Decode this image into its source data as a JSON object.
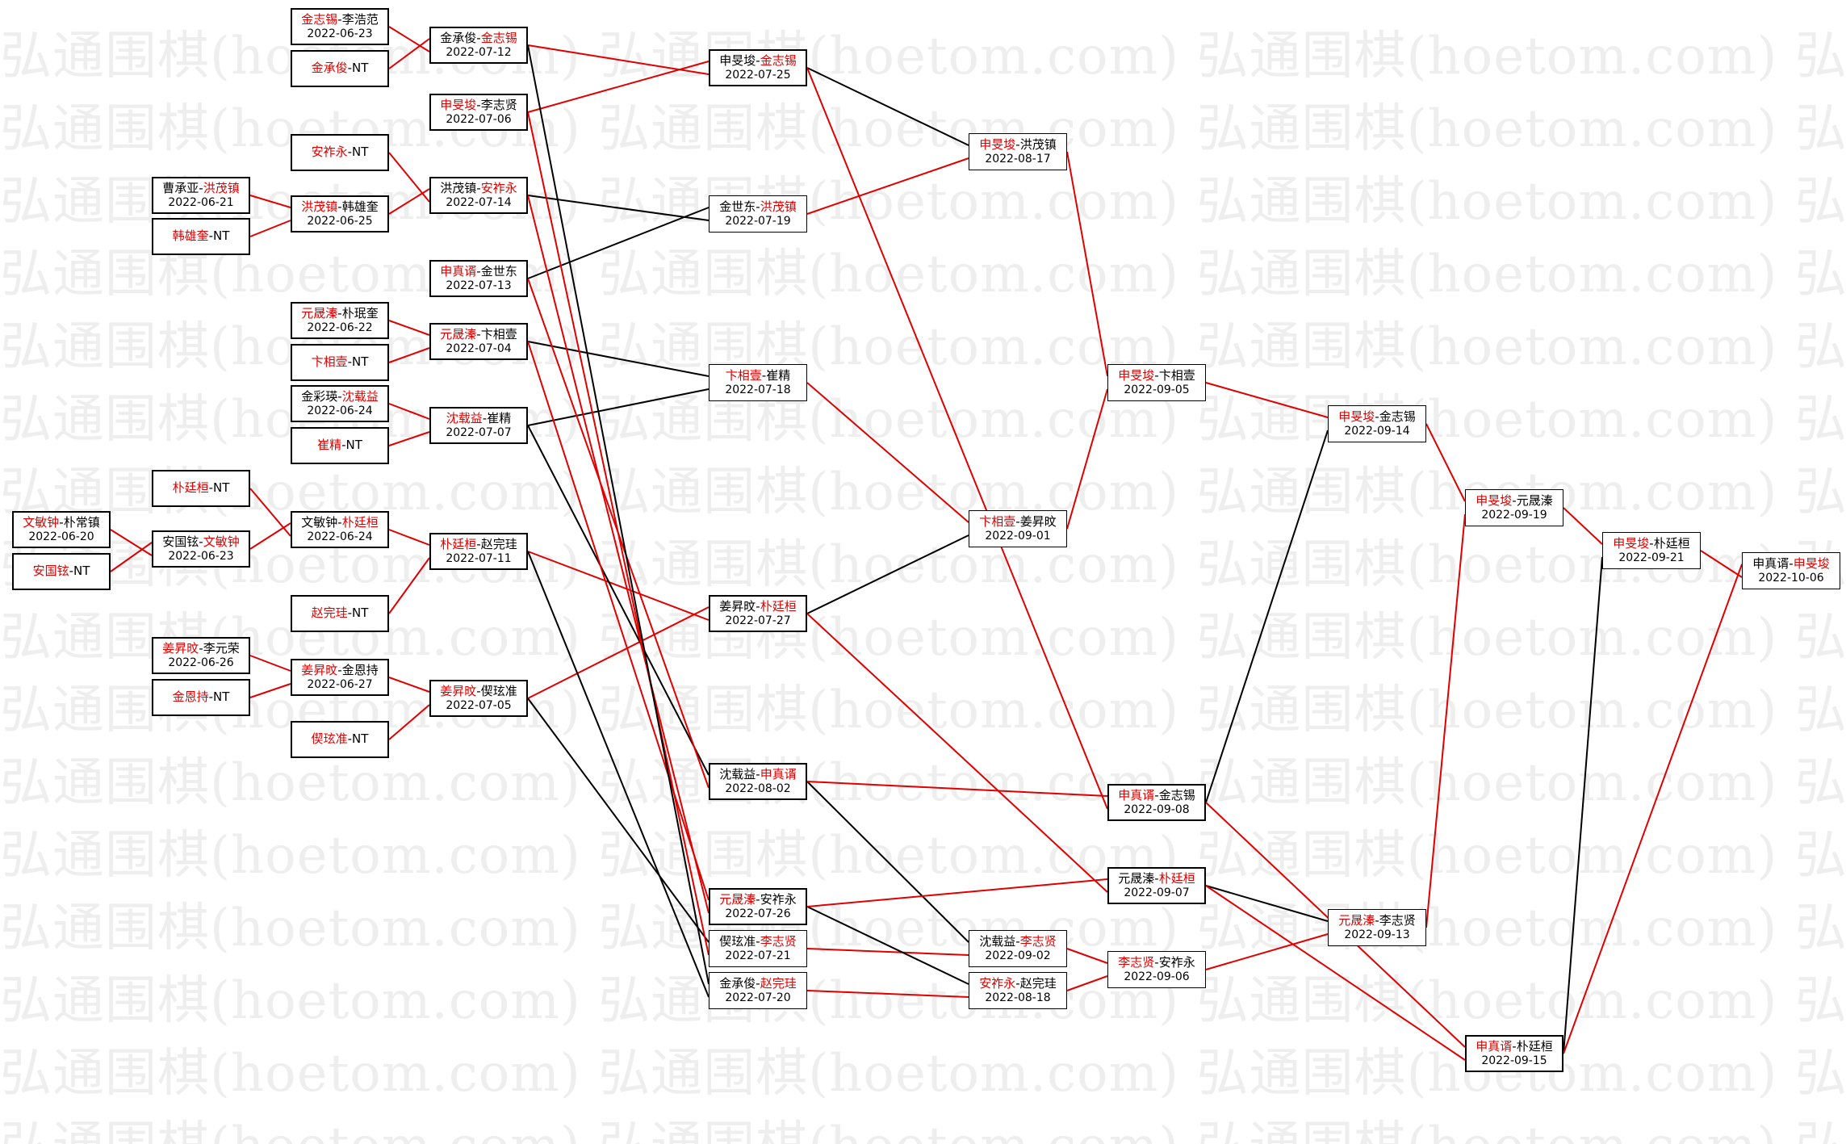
{
  "watermark": "弘通围棋(hoetom.com)",
  "colors": {
    "winner": "#e00000",
    "line_win": "#e00000",
    "line_loss": "#000000"
  },
  "matches": [
    {
      "id": "r1a",
      "p1": "金志锡",
      "p2": "李浩范",
      "winner": 1,
      "date": "2022-06-23"
    },
    {
      "id": "r1b",
      "p1": "金承俊",
      "p2": "NT",
      "winner": 1,
      "date": ""
    },
    {
      "id": "r1c",
      "p1": "安祚永",
      "p2": "NT",
      "winner": 1,
      "date": ""
    },
    {
      "id": "r1d",
      "p1": "曹承亚",
      "p2": "洪茂镇",
      "winner": 2,
      "date": "2022-06-21"
    },
    {
      "id": "r1e",
      "p1": "韩雄奎",
      "p2": "NT",
      "winner": 1,
      "date": ""
    },
    {
      "id": "r1f",
      "p1": "元晟溱",
      "p2": "朴珉奎",
      "winner": 1,
      "date": "2022-06-22"
    },
    {
      "id": "r1g",
      "p1": "卞相壹",
      "p2": "NT",
      "winner": 1,
      "date": ""
    },
    {
      "id": "r1h",
      "p1": "金彩瑛",
      "p2": "沈载益",
      "winner": 2,
      "date": "2022-06-24"
    },
    {
      "id": "r1i",
      "p1": "崔精",
      "p2": "NT",
      "winner": 1,
      "date": ""
    },
    {
      "id": "r1j",
      "p1": "朴廷桓",
      "p2": "NT",
      "winner": 1,
      "date": ""
    },
    {
      "id": "r1k",
      "p1": "文敏钟",
      "p2": "朴常镇",
      "winner": 1,
      "date": "2022-06-20"
    },
    {
      "id": "r1l",
      "p1": "安国铉",
      "p2": "NT",
      "winner": 1,
      "date": ""
    },
    {
      "id": "r1m",
      "p1": "赵完珪",
      "p2": "NT",
      "winner": 1,
      "date": ""
    },
    {
      "id": "r1n",
      "p1": "姜昇旼",
      "p2": "李元荣",
      "winner": 1,
      "date": "2022-06-26"
    },
    {
      "id": "r1o",
      "p1": "金恩持",
      "p2": "NT",
      "winner": 1,
      "date": ""
    },
    {
      "id": "r1p",
      "p1": "偰玹准",
      "p2": "NT",
      "winner": 1,
      "date": ""
    },
    {
      "id": "r2a",
      "p1": "洪茂镇",
      "p2": "韩雄奎",
      "winner": 1,
      "date": "2022-06-25"
    },
    {
      "id": "r2b",
      "p1": "安国铉",
      "p2": "文敏钟",
      "winner": 2,
      "date": "2022-06-23"
    },
    {
      "id": "r3a",
      "p1": "文敏钟",
      "p2": "朴廷桓",
      "winner": 2,
      "date": "2022-06-24"
    },
    {
      "id": "r3b",
      "p1": "姜昇旼",
      "p2": "金恩持",
      "winner": 1,
      "date": "2022-06-27"
    },
    {
      "id": "r4a",
      "p1": "金承俊",
      "p2": "金志锡",
      "winner": 2,
      "date": "2022-07-12"
    },
    {
      "id": "r4b",
      "p1": "申旻埈",
      "p2": "李志贤",
      "winner": 1,
      "date": "2022-07-06"
    },
    {
      "id": "r4c",
      "p1": "洪茂镇",
      "p2": "安祚永",
      "winner": 2,
      "date": "2022-07-14"
    },
    {
      "id": "r4d",
      "p1": "申真谞",
      "p2": "金世东",
      "winner": 1,
      "date": "2022-07-13"
    },
    {
      "id": "r4e",
      "p1": "元晟溱",
      "p2": "卞相壹",
      "winner": 1,
      "date": "2022-07-04"
    },
    {
      "id": "r4f",
      "p1": "沈载益",
      "p2": "崔精",
      "winner": 1,
      "date": "2022-07-07"
    },
    {
      "id": "r4g",
      "p1": "朴廷桓",
      "p2": "赵完珪",
      "winner": 1,
      "date": "2022-07-11"
    },
    {
      "id": "r4h",
      "p1": "姜昇旼",
      "p2": "偰玹准",
      "winner": 1,
      "date": "2022-07-05"
    },
    {
      "id": "r5a",
      "p1": "申旻埈",
      "p2": "金志锡",
      "winner": 2,
      "date": "2022-07-25"
    },
    {
      "id": "r5b",
      "p1": "金世东",
      "p2": "洪茂镇",
      "winner": 2,
      "date": "2022-07-19"
    },
    {
      "id": "r5c",
      "p1": "卞相壹",
      "p2": "崔精",
      "winner": 1,
      "date": "2022-07-18"
    },
    {
      "id": "r5d",
      "p1": "姜昇旼",
      "p2": "朴廷桓",
      "winner": 2,
      "date": "2022-07-27"
    },
    {
      "id": "r5e",
      "p1": "沈载益",
      "p2": "申真谞",
      "winner": 2,
      "date": "2022-08-02"
    },
    {
      "id": "r5f",
      "p1": "元晟溱",
      "p2": "安祚永",
      "winner": 1,
      "date": "2022-07-26"
    },
    {
      "id": "r5g",
      "p1": "偰玹准",
      "p2": "李志贤",
      "winner": 2,
      "date": "2022-07-21"
    },
    {
      "id": "r5h",
      "p1": "金承俊",
      "p2": "赵完珪",
      "winner": 2,
      "date": "2022-07-20"
    },
    {
      "id": "r6a",
      "p1": "申旻埈",
      "p2": "洪茂镇",
      "winner": 1,
      "date": "2022-08-17"
    },
    {
      "id": "r6b",
      "p1": "卞相壹",
      "p2": "姜昇旼",
      "winner": 1,
      "date": "2022-09-01"
    },
    {
      "id": "r6c",
      "p1": "沈载益",
      "p2": "李志贤",
      "winner": 2,
      "date": "2022-09-02"
    },
    {
      "id": "r6d",
      "p1": "安祚永",
      "p2": "赵完珪",
      "winner": 1,
      "date": "2022-08-18"
    },
    {
      "id": "r7a",
      "p1": "申旻埈",
      "p2": "卞相壹",
      "winner": 1,
      "date": "2022-09-05"
    },
    {
      "id": "r7b",
      "p1": "申真谞",
      "p2": "金志锡",
      "winner": 1,
      "date": "2022-09-08"
    },
    {
      "id": "r7c",
      "p1": "元晟溱",
      "p2": "朴廷桓",
      "winner": 2,
      "date": "2022-09-07"
    },
    {
      "id": "r7d",
      "p1": "李志贤",
      "p2": "安祚永",
      "winner": 1,
      "date": "2022-09-06"
    },
    {
      "id": "r8a",
      "p1": "申旻埈",
      "p2": "金志锡",
      "winner": 1,
      "date": "2022-09-14"
    },
    {
      "id": "r8b",
      "p1": "元晟溱",
      "p2": "李志贤",
      "winner": 1,
      "date": "2022-09-13"
    },
    {
      "id": "r9a",
      "p1": "申旻埈",
      "p2": "元晟溱",
      "winner": 1,
      "date": "2022-09-19"
    },
    {
      "id": "r9b",
      "p1": "申真谞",
      "p2": "朴廷桓",
      "winner": 1,
      "date": "2022-09-15"
    },
    {
      "id": "r10",
      "p1": "申旻埈",
      "p2": "朴廷桓",
      "winner": 1,
      "date": "2022-09-21"
    },
    {
      "id": "final",
      "p1": "申真谞",
      "p2": "申旻埈",
      "winner": 2,
      "date": "2022-10-06"
    }
  ],
  "links": [
    {
      "from": "r1a",
      "to": "r4a",
      "slot": 2,
      "win": true
    },
    {
      "from": "r1b",
      "to": "r4a",
      "slot": 1,
      "win": true
    },
    {
      "from": "r1c",
      "to": "r4c",
      "slot": 2,
      "win": true
    },
    {
      "from": "r1d",
      "to": "r2a",
      "slot": 1,
      "win": true
    },
    {
      "from": "r1e",
      "to": "r2a",
      "slot": 2,
      "win": true
    },
    {
      "from": "r2a",
      "to": "r4c",
      "slot": 1,
      "win": true
    },
    {
      "from": "r1f",
      "to": "r4e",
      "slot": 1,
      "win": true
    },
    {
      "from": "r1g",
      "to": "r4e",
      "slot": 2,
      "win": true
    },
    {
      "from": "r1h",
      "to": "r4f",
      "slot": 1,
      "win": true
    },
    {
      "from": "r1i",
      "to": "r4f",
      "slot": 2,
      "win": true
    },
    {
      "from": "r1k",
      "to": "r2b",
      "slot": 2,
      "win": true
    },
    {
      "from": "r1l",
      "to": "r2b",
      "slot": 1,
      "win": true
    },
    {
      "from": "r1j",
      "to": "r3a",
      "slot": 2,
      "win": true
    },
    {
      "from": "r2b",
      "to": "r3a",
      "slot": 1,
      "win": true
    },
    {
      "from": "r3a",
      "to": "r4g",
      "slot": 1,
      "win": true
    },
    {
      "from": "r1m",
      "to": "r4g",
      "slot": 2,
      "win": true
    },
    {
      "from": "r1n",
      "to": "r3b",
      "slot": 1,
      "win": true
    },
    {
      "from": "r1o",
      "to": "r3b",
      "slot": 2,
      "win": true
    },
    {
      "from": "r3b",
      "to": "r4h",
      "slot": 1,
      "win": true
    },
    {
      "from": "r1p",
      "to": "r4h",
      "slot": 2,
      "win": true
    },
    {
      "from": "r4a",
      "to": "r5a",
      "slot": 2,
      "win": true
    },
    {
      "from": "r4b",
      "to": "r5a",
      "slot": 1,
      "win": true
    },
    {
      "from": "r4c",
      "to": "r5b",
      "slot": 2,
      "win": false
    },
    {
      "from": "r4d",
      "to": "r5b",
      "slot": 1,
      "win": false
    },
    {
      "from": "r4e",
      "to": "r5c",
      "slot": 1,
      "win": false
    },
    {
      "from": "r4f",
      "to": "r5c",
      "slot": 2,
      "win": false
    },
    {
      "from": "r4g",
      "to": "r5d",
      "slot": 2,
      "win": true
    },
    {
      "from": "r4h",
      "to": "r5d",
      "slot": 1,
      "win": true
    },
    {
      "from": "r4f",
      "to": "r5e",
      "slot": 1,
      "win": false
    },
    {
      "from": "r4d",
      "to": "r5e",
      "slot": 2,
      "win": true
    },
    {
      "from": "r4e",
      "to": "r5f",
      "slot": 1,
      "win": true
    },
    {
      "from": "r4c",
      "to": "r5f",
      "slot": 2,
      "win": true
    },
    {
      "from": "r4h",
      "to": "r5g",
      "slot": 1,
      "win": false
    },
    {
      "from": "r4b",
      "to": "r5g",
      "slot": 2,
      "win": true
    },
    {
      "from": "r4a",
      "to": "r5h",
      "slot": 1,
      "win": false
    },
    {
      "from": "r4g",
      "to": "r5h",
      "slot": 2,
      "win": false
    },
    {
      "from": "r5a",
      "to": "r6a",
      "slot": 1,
      "win": false
    },
    {
      "from": "r5b",
      "to": "r6a",
      "slot": 2,
      "win": true
    },
    {
      "from": "r5c",
      "to": "r6b",
      "slot": 1,
      "win": true
    },
    {
      "from": "r5d",
      "to": "r6b",
      "slot": 2,
      "win": false
    },
    {
      "from": "r5e",
      "to": "r6c",
      "slot": 1,
      "win": false
    },
    {
      "from": "r5g",
      "to": "r6c",
      "slot": 2,
      "win": true
    },
    {
      "from": "r5f",
      "to": "r6d",
      "slot": 1,
      "win": false
    },
    {
      "from": "r5h",
      "to": "r6d",
      "slot": 2,
      "win": true
    },
    {
      "from": "r6a",
      "to": "r7a",
      "slot": 1,
      "win": true
    },
    {
      "from": "r6b",
      "to": "r7a",
      "slot": 2,
      "win": true
    },
    {
      "from": "r5e",
      "to": "r7b",
      "slot": 1,
      "win": true
    },
    {
      "from": "r5a",
      "to": "r7b",
      "slot": 2,
      "win": true
    },
    {
      "from": "r5f",
      "to": "r7c",
      "slot": 1,
      "win": true
    },
    {
      "from": "r5d",
      "to": "r7c",
      "slot": 2,
      "win": true
    },
    {
      "from": "r6c",
      "to": "r7d",
      "slot": 1,
      "win": true
    },
    {
      "from": "r6d",
      "to": "r7d",
      "slot": 2,
      "win": true
    },
    {
      "from": "r7a",
      "to": "r8a",
      "slot": 1,
      "win": true
    },
    {
      "from": "r7b",
      "to": "r8a",
      "slot": 2,
      "win": false
    },
    {
      "from": "r7c",
      "to": "r8b",
      "slot": 1,
      "win": false
    },
    {
      "from": "r7d",
      "to": "r8b",
      "slot": 2,
      "win": true
    },
    {
      "from": "r8a",
      "to": "r9a",
      "slot": 1,
      "win": true
    },
    {
      "from": "r8b",
      "to": "r9a",
      "slot": 2,
      "win": true
    },
    {
      "from": "r7b",
      "to": "r9b",
      "slot": 1,
      "win": true
    },
    {
      "from": "r7c",
      "to": "r9b",
      "slot": 2,
      "win": true
    },
    {
      "from": "r9a",
      "to": "r10",
      "slot": 1,
      "win": true
    },
    {
      "from": "r9b",
      "to": "r10",
      "slot": 2,
      "win": false
    },
    {
      "from": "r9b",
      "to": "final",
      "slot": 1,
      "win": true
    },
    {
      "from": "r10",
      "to": "final",
      "slot": 2,
      "win": true
    }
  ]
}
